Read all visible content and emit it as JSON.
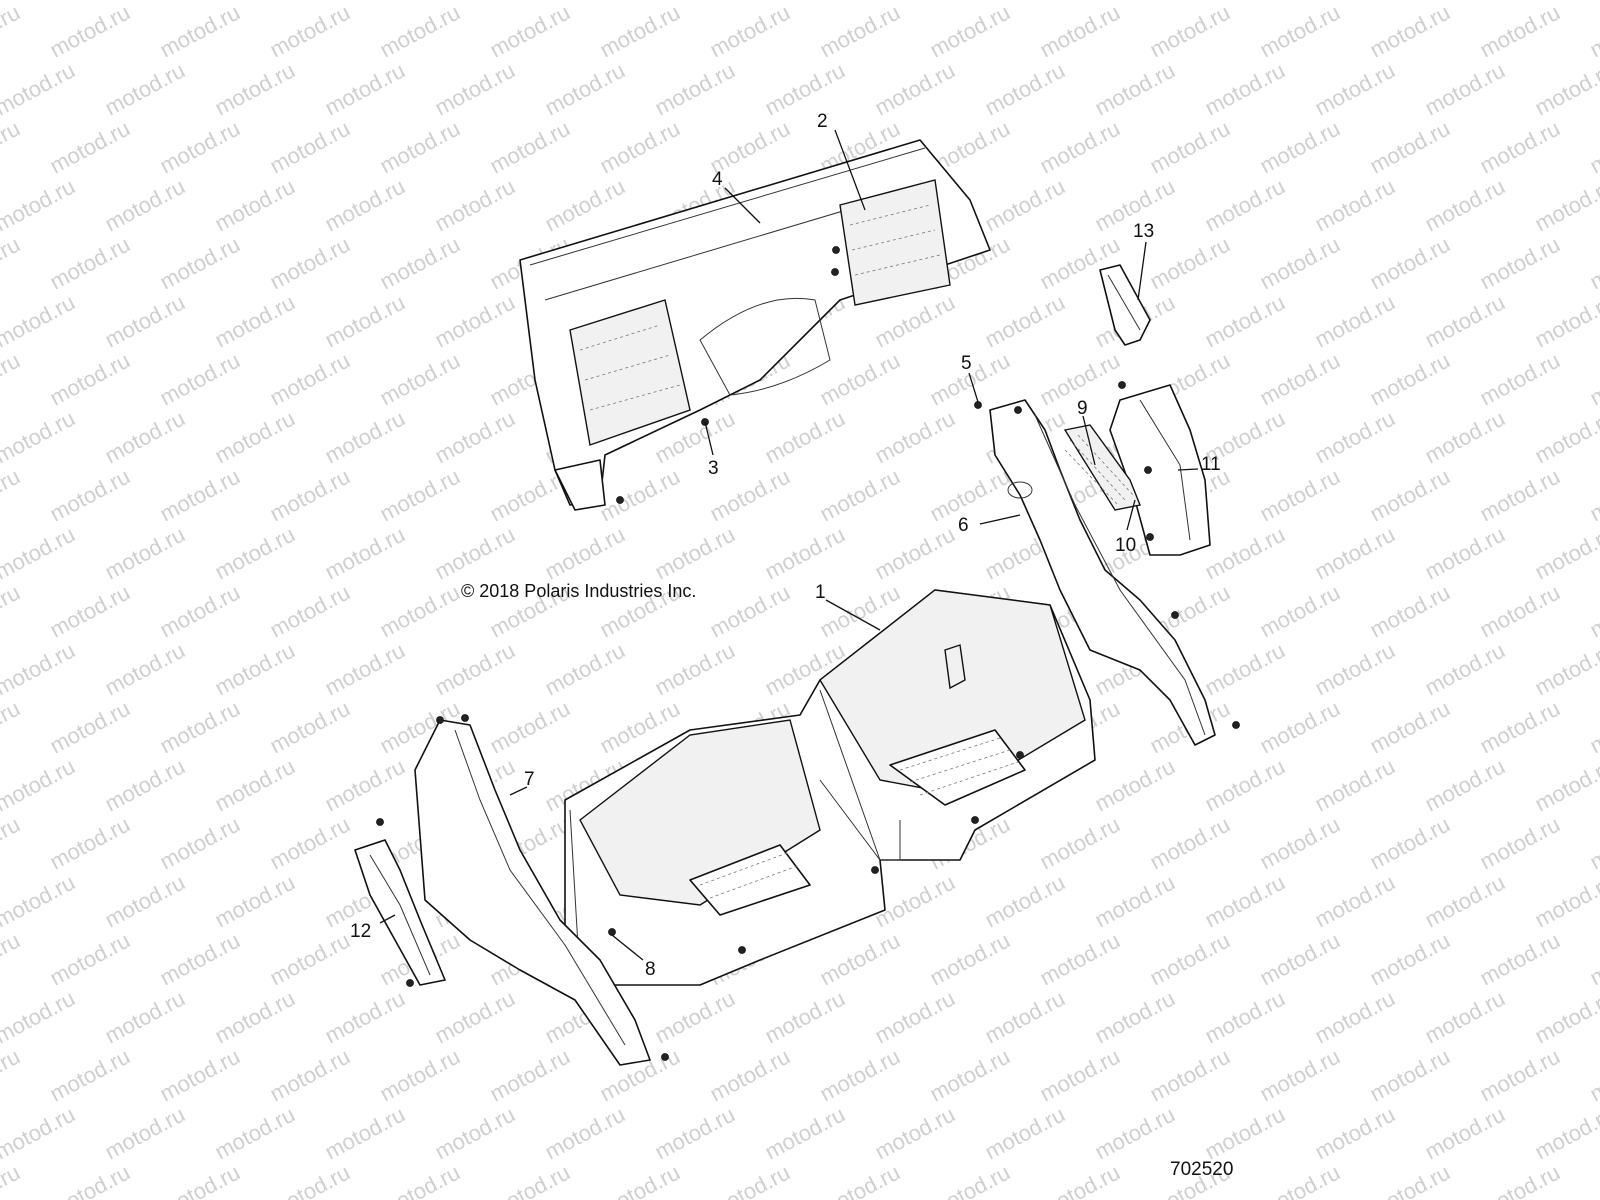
{
  "copyright": "© 2018 Polaris Industries Inc.",
  "drawing_number": "702520",
  "watermark": "motod.ru",
  "callouts": {
    "c1": "1",
    "c2": "2",
    "c3": "3",
    "c4": "4",
    "c5": "5",
    "c6": "6",
    "c7": "7",
    "c8": "8",
    "c9": "9",
    "c10": "10",
    "c11": "11",
    "c12": "12",
    "c13": "13"
  }
}
